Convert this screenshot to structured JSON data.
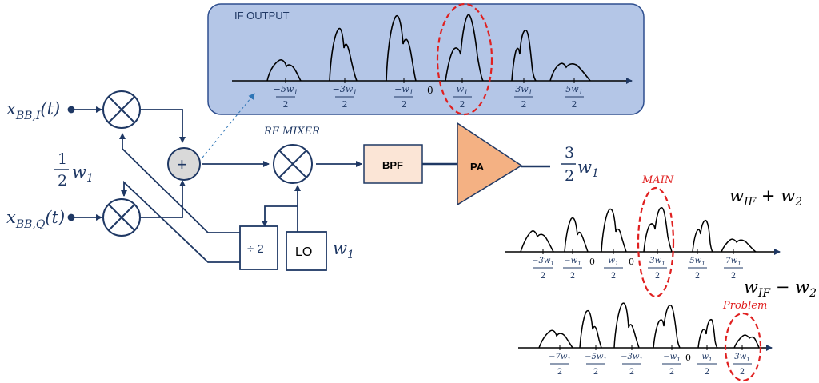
{
  "if_panel": {
    "title": "IF OUTPUT"
  },
  "inputs": {
    "i_var": "x",
    "i_sub": "BB,I",
    "i_arg": "(t)",
    "q_var": "x",
    "q_sub": "BB,Q",
    "q_arg": "(t)"
  },
  "half_freq": {
    "num": "1",
    "den": "2",
    "var": "w",
    "sub": "1"
  },
  "blocks": {
    "rf_mixer": "RF MIXER",
    "divider": "÷ 2",
    "lo": "LO",
    "lo_freq_var": "w",
    "lo_freq_sub": "1",
    "bpf": "BPF",
    "pa": "PA",
    "adder": "+"
  },
  "output_freq": {
    "num": "3",
    "den": "2",
    "var": "w",
    "sub": "1"
  },
  "spectrum_main": {
    "label_var": "w",
    "label_sub": "IF",
    "label_rest": " + w",
    "label_sub2": "2",
    "callout": "MAIN"
  },
  "spectrum_problem": {
    "label_var": "w",
    "label_sub": "IF",
    "label_rest": " − w",
    "label_sub2": "2",
    "callout": "Problem"
  },
  "colors": {
    "navy": "#1f3864",
    "panel_fill": "#b4c6e7",
    "panel_stroke": "#2f4f8f",
    "bpf_fill": "#fbe5d6",
    "pa_fill": "#f4b183",
    "red": "#e02020",
    "adder_fill": "#d9d9d9"
  },
  "if_ticks": [
    {
      "num": "−5w",
      "sub": "1",
      "den": "2"
    },
    {
      "num": "−3w",
      "sub": "1",
      "den": "2"
    },
    {
      "num": "−w",
      "sub": "1",
      "den": "2"
    },
    {
      "zero": "0"
    },
    {
      "num": "w",
      "sub": "1",
      "den": "2"
    },
    {
      "num": "3w",
      "sub": "1",
      "den": "2"
    },
    {
      "num": "5w",
      "sub": "1",
      "den": "2"
    }
  ],
  "main_ticks": [
    {
      "num": "−3w",
      "sub": "1",
      "den": "2"
    },
    {
      "num": "−w",
      "sub": "1",
      "den": "2"
    },
    {
      "zero": "0"
    },
    {
      "num": "w",
      "sub": "1",
      "den": "2"
    },
    {
      "zero": "0"
    },
    {
      "num": "3w",
      "sub": "1",
      "den": "2"
    },
    {
      "num": "5w",
      "sub": "1",
      "den": "2"
    },
    {
      "num": "7w",
      "sub": "1",
      "den": "2"
    }
  ],
  "problem_ticks": [
    {
      "num": "−7w",
      "sub": "1",
      "den": "2"
    },
    {
      "num": "−5w",
      "sub": "1",
      "den": "2"
    },
    {
      "num": "−3w",
      "sub": "1",
      "den": "2"
    },
    {
      "num": "−w",
      "sub": "1",
      "den": "2"
    },
    {
      "zero": "0"
    },
    {
      "num": "w",
      "sub": "1",
      "den": "2"
    },
    {
      "num": "3w",
      "sub": "1",
      "den": "2"
    }
  ]
}
